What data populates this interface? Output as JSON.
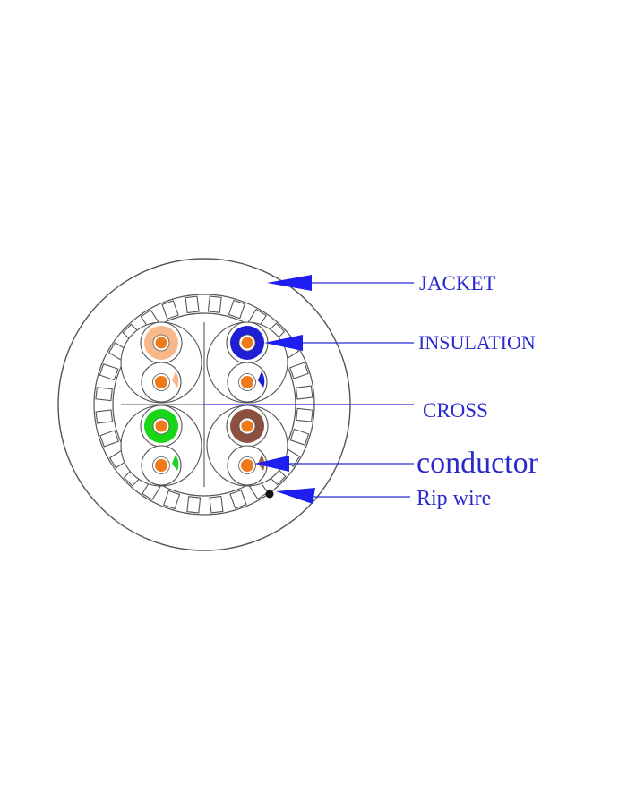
{
  "labels": {
    "jacket": "JACKET",
    "insulation": "INSULATION",
    "cross": "CROSS",
    "conductor": "conductor",
    "rip_wire": "Rip wire"
  },
  "pairs": [
    {
      "name": "orange",
      "color": "#f7b98a",
      "stripe": "#f7b98a"
    },
    {
      "name": "blue",
      "color": "#1f1fd6",
      "stripe": "#1f1fd6"
    },
    {
      "name": "green",
      "color": "#19d619",
      "stripe": "#19d619"
    },
    {
      "name": "brown",
      "color": "#8b5040",
      "stripe": "#a06048"
    }
  ],
  "colors": {
    "line": "#555555",
    "conductor": "#f07a1a",
    "arrow": "#1e1ef0",
    "label": "#2a2acc"
  }
}
